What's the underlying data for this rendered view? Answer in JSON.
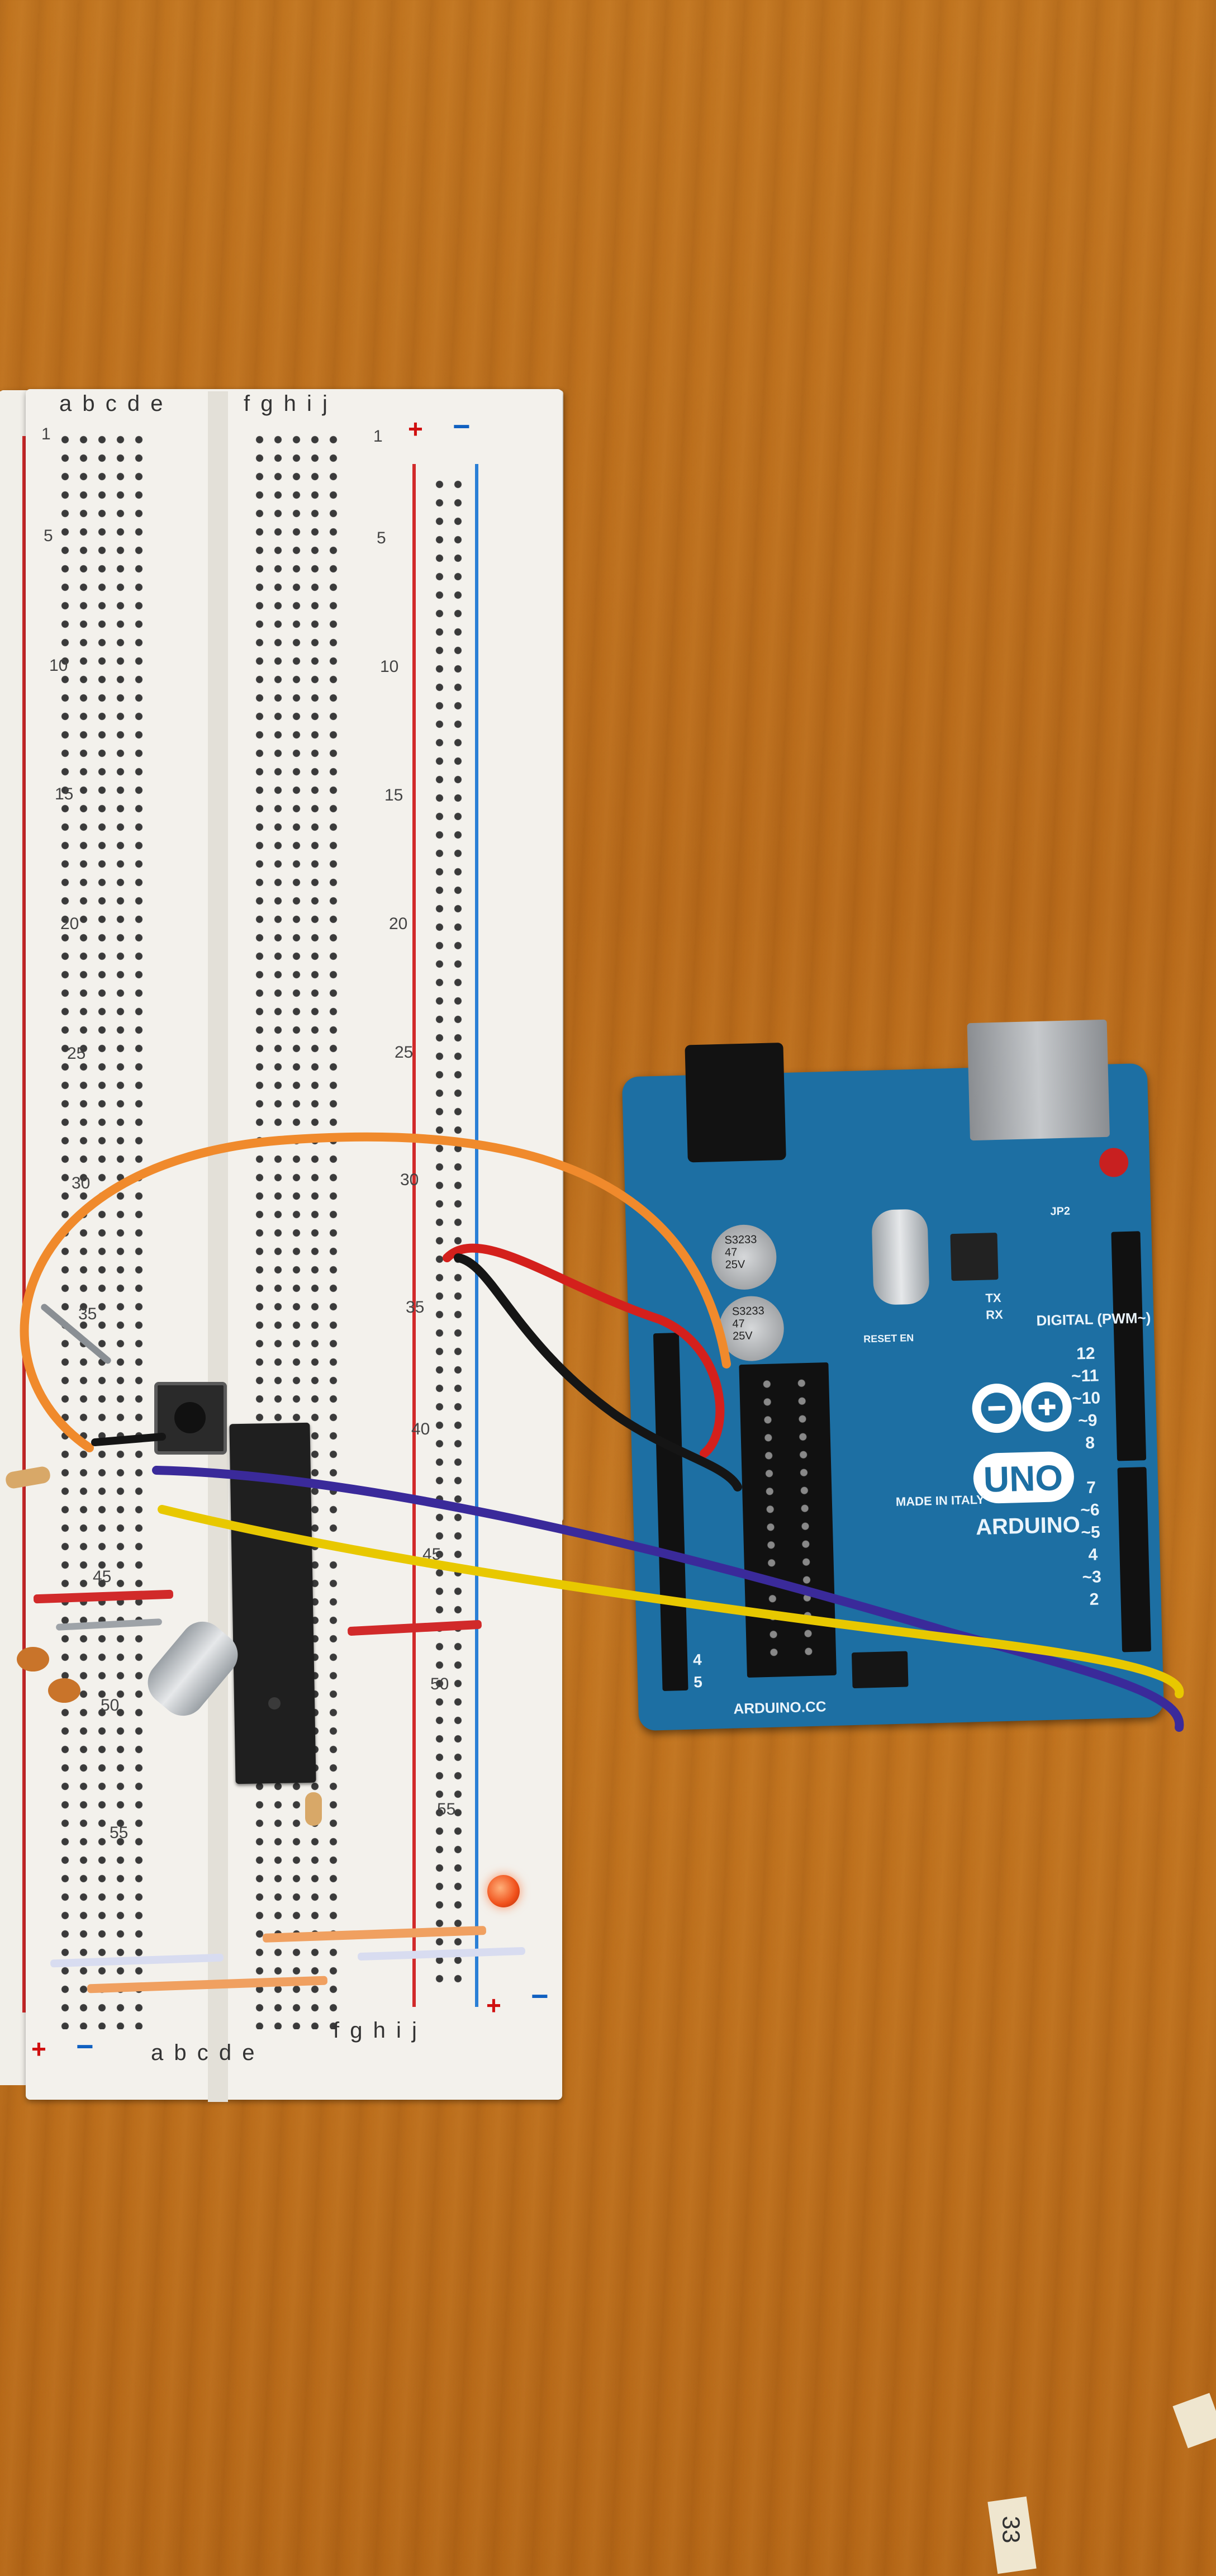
{
  "breadboard": {
    "column_labels_left": "a b c d e",
    "column_labels_right": "f g h i j",
    "row_numbers": [
      "1",
      "5",
      "10",
      "15",
      "20",
      "25",
      "30",
      "35",
      "40",
      "45",
      "50",
      "55"
    ],
    "rail_plus": "+",
    "rail_minus": "−"
  },
  "arduino": {
    "brand": "ARDUINO",
    "model": "UNO",
    "made_in": "MADE IN ITALY",
    "site": "ARDUINO.CC",
    "digital_label": "DIGITAL (PWM~)",
    "reset_label": "RESET EN",
    "tx": "TX",
    "rx": "RX",
    "jp2": "JP2",
    "cap_text": "S3233\n47\n25V",
    "pin_numbers": [
      "12",
      "~11",
      "~10",
      "~9",
      "8",
      "7",
      "~6",
      "~5",
      "4",
      "~3",
      "2"
    ],
    "power_pins": [
      "4",
      "5"
    ]
  },
  "wire_colors": {
    "orange": "#f08a2c",
    "red": "#d4201c",
    "black": "#151515",
    "purple": "#3a2a9a",
    "yellow": "#e8c800"
  },
  "corner_note": "33"
}
